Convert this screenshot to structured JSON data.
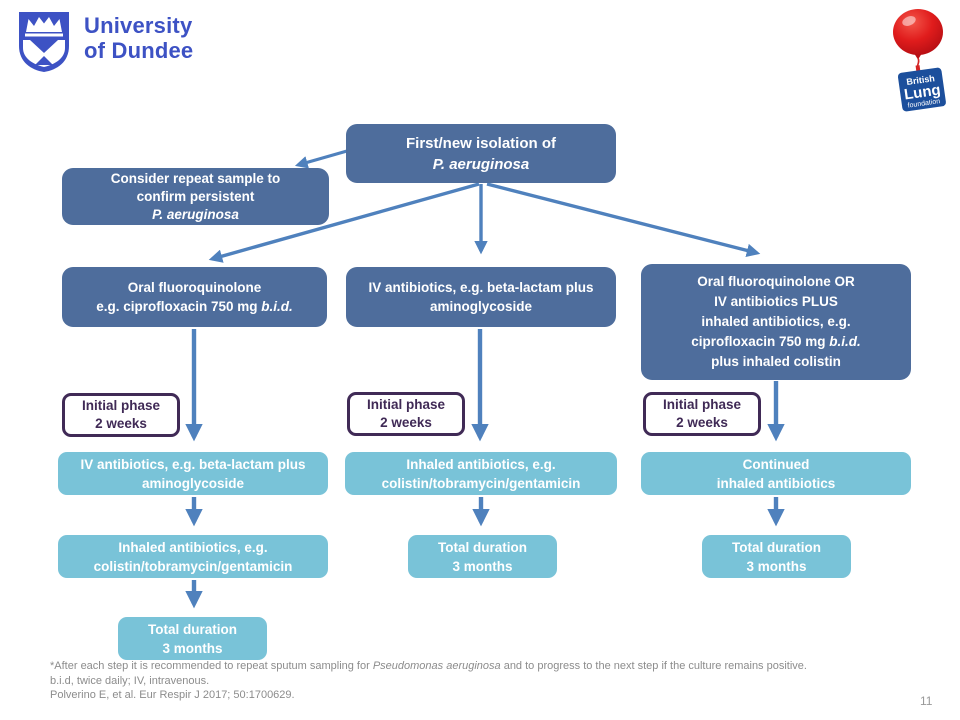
{
  "colors": {
    "dark_box": "#4e6d9c",
    "light_box": "#79c3d8",
    "phase_border": "#402a56",
    "arrow": "#4f81bd",
    "university_blue": "#3d52c4",
    "balloon_red": "#e01c1c",
    "blf_tag_blue": "#1c4f9c",
    "footnote_gray": "#8c8c8c"
  },
  "header": {
    "university": {
      "name_line1": "University",
      "name_line2": "of Dundee"
    },
    "blf": {
      "line1": "British",
      "line2": "Lung",
      "line3": "foundation"
    }
  },
  "flow": {
    "top": {
      "line1": "First/new isolation of",
      "line2": "P. aeruginosa"
    },
    "repeat": {
      "line1": "Consider repeat sample to",
      "line2": "confirm persistent",
      "line3": "P. aeruginosa"
    },
    "left": {
      "treatment": {
        "line1": "Oral fluoroquinolone",
        "line2a": "e.g. ciprofloxacin 750 mg ",
        "line2b": "b.i.d."
      },
      "phase": {
        "line1": "Initial phase",
        "line2": "2 weeks"
      },
      "step2": {
        "line1": "IV antibiotics, e.g. beta-lactam plus",
        "line2": "aminoglycoside"
      },
      "step3": {
        "line1": "Inhaled antibiotics, e.g.",
        "line2": "colistin/tobramycin/gentamicin"
      },
      "duration": {
        "line1": "Total duration",
        "line2": "3 months"
      }
    },
    "middle": {
      "treatment": {
        "line1": "IV antibiotics, e.g. beta-lactam plus",
        "line2": "aminoglycoside"
      },
      "phase": {
        "line1": "Initial phase",
        "line2": "2 weeks"
      },
      "step2": {
        "line1": "Inhaled antibiotics, e.g.",
        "line2": "colistin/tobramycin/gentamicin"
      },
      "duration": {
        "line1": "Total duration",
        "line2": "3 months"
      }
    },
    "right": {
      "treatment": {
        "line1": "Oral fluoroquinolone OR",
        "line2": "IV antibiotics PLUS",
        "line3": "inhaled antibiotics, e.g.",
        "line4a": "ciprofloxacin 750 mg ",
        "line4b": "b.i.d.",
        "line5": "plus inhaled colistin"
      },
      "phase": {
        "line1": "Initial phase",
        "line2": "2 weeks"
      },
      "step2": {
        "line1": "Continued",
        "line2": "inhaled antibiotics"
      },
      "duration": {
        "line1": "Total duration",
        "line2": "3 months"
      }
    }
  },
  "footer": {
    "note1a": "*After each step it is recommended to repeat sputum sampling for ",
    "note1b": "Pseudomonas aeruginosa",
    "note1c": " and to progress to the next step if the culture remains positive.",
    "note2": "b.i.d, twice daily; IV, intravenous.",
    "note3": "Polverino E, et al. Eur Respir J 2017; 50:1700629.",
    "page_number": "11"
  }
}
